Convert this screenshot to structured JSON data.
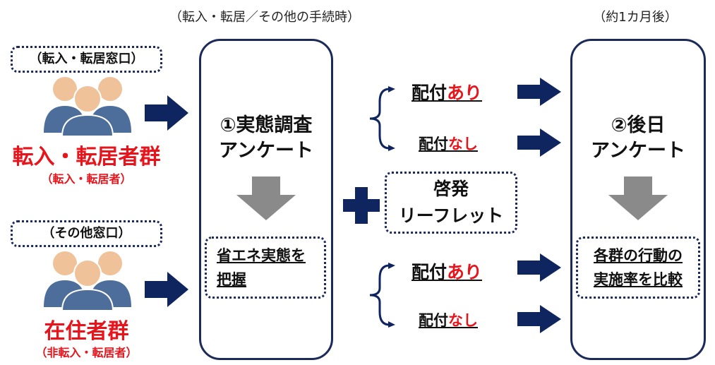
{
  "header": {
    "left": "（転入・転居／その他の手続時）",
    "right": "（約1カ月後）"
  },
  "groups": [
    {
      "window": "（転入・転居窓口）",
      "name": "転入・転居者群",
      "sub": "（転入・転居者）"
    },
    {
      "window": "（その他窓口）",
      "name": "在住者群",
      "sub": "（非転入・転居者）"
    }
  ],
  "survey1": {
    "title_line1": "①実態調査",
    "title_line2": "アンケート",
    "box_line1": "省エネ実態を",
    "box_line2": "把握"
  },
  "distribution": {
    "prefix": "配付",
    "yes": "あり",
    "no": "なし"
  },
  "leaflet": {
    "line1": "啓発",
    "line2": "リーフレット"
  },
  "survey2": {
    "title_line1": "②後日",
    "title_line2": "アンケート",
    "box_line1": "各群の行動の",
    "box_line2": "実施率を比較"
  },
  "colors": {
    "navy": "#0f2560",
    "red": "#e8141b",
    "gray": "#8a8a8a",
    "people": "#4d6e9a",
    "skin": "#efc29a"
  },
  "icons": [
    "people-group-icon",
    "arrow-right-icon",
    "arrow-down-icon",
    "plus-icon",
    "brace-icon"
  ]
}
